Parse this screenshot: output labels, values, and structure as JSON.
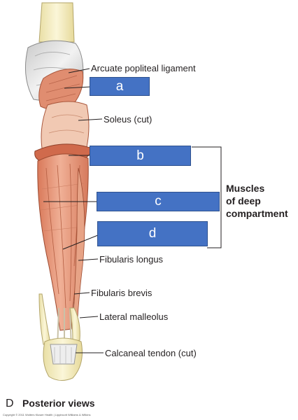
{
  "labels": {
    "arcuate": "Arcuate popliteal ligament",
    "soleus": "Soleus (cut)",
    "fibularis_longus": "Fibularis longus",
    "fibularis_brevis": "Fibularis brevis",
    "lateral_malleolus": "Lateral malleolus",
    "calcaneal_tendon": "Calcaneal tendon (cut)"
  },
  "boxes": {
    "a": "a",
    "b": "b",
    "c": "c",
    "d": "d"
  },
  "group": {
    "line1": "Muscles",
    "line2": "of deep",
    "line3": "compartment"
  },
  "view": {
    "letter": "D",
    "title": "Posterior views"
  },
  "copyright": "Copyright © 2011 Wolters Kluwer Health | Lippincott Williams & Wilkins",
  "colors": {
    "box_fill": "#4472c4",
    "bone": "#f7f0c4",
    "muscle": "#e69a7c",
    "capsule": "#d9d9d9"
  }
}
